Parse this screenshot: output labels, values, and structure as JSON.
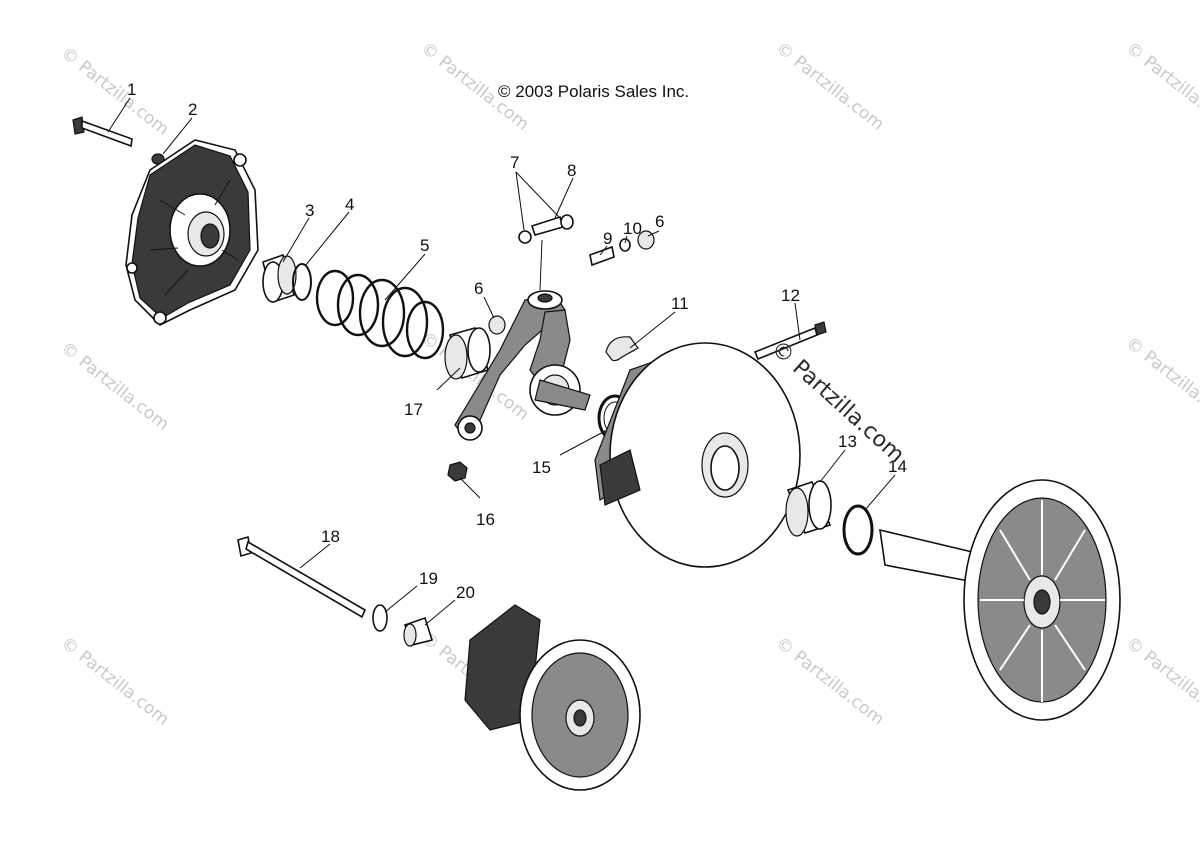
{
  "copyright": "© 2003 Polaris Sales Inc.",
  "watermark": "© Partzilla.com",
  "callouts": [
    "1",
    "2",
    "3",
    "4",
    "5",
    "6",
    "6",
    "7",
    "8",
    "9",
    "10",
    "11",
    "12",
    "13",
    "14",
    "15",
    "16",
    "17",
    "18",
    "19",
    "20"
  ],
  "colors": {
    "ink": "#111111",
    "watermark": "#c9c9c9",
    "background": "#ffffff"
  }
}
